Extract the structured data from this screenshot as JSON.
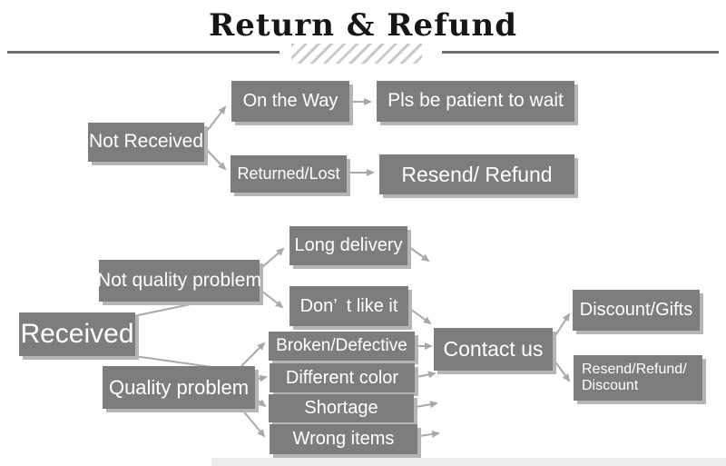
{
  "title": "Return & Refund",
  "colors": {
    "box_fill": "#7d7d7d",
    "box_text": "#ffffff",
    "arrow": "#a9a9a9",
    "title_text": "#161616",
    "rule": "#6e6e6e",
    "hatch": "#c9c9c9"
  },
  "nodes": {
    "not_received": {
      "label": "Not Received"
    },
    "on_the_way": {
      "label": "On the Way"
    },
    "pls_wait": {
      "label": "Pls be patient to wait"
    },
    "returned_lost": {
      "label": "Returned/Lost"
    },
    "resend_refund": {
      "label": "Resend/ Refund"
    },
    "received": {
      "label": "Received"
    },
    "not_quality_problem": {
      "label": "Not quality problem"
    },
    "quality_problem": {
      "label": "Quality problem"
    },
    "long_delivery": {
      "label": "Long delivery"
    },
    "dont_like_it": {
      "label": "Don’ t like it"
    },
    "broken_defective": {
      "label": "Broken/Defective"
    },
    "different_color": {
      "label": "Different color"
    },
    "shortage": {
      "label": "Shortage"
    },
    "wrong_items": {
      "label": "Wrong items"
    },
    "contact_us": {
      "label": "Contact us"
    },
    "discount_gifts": {
      "label": "Discount/Gifts"
    },
    "resend_refund_discount": {
      "line1": "Resend/Refund/",
      "line2": "Discount"
    }
  }
}
